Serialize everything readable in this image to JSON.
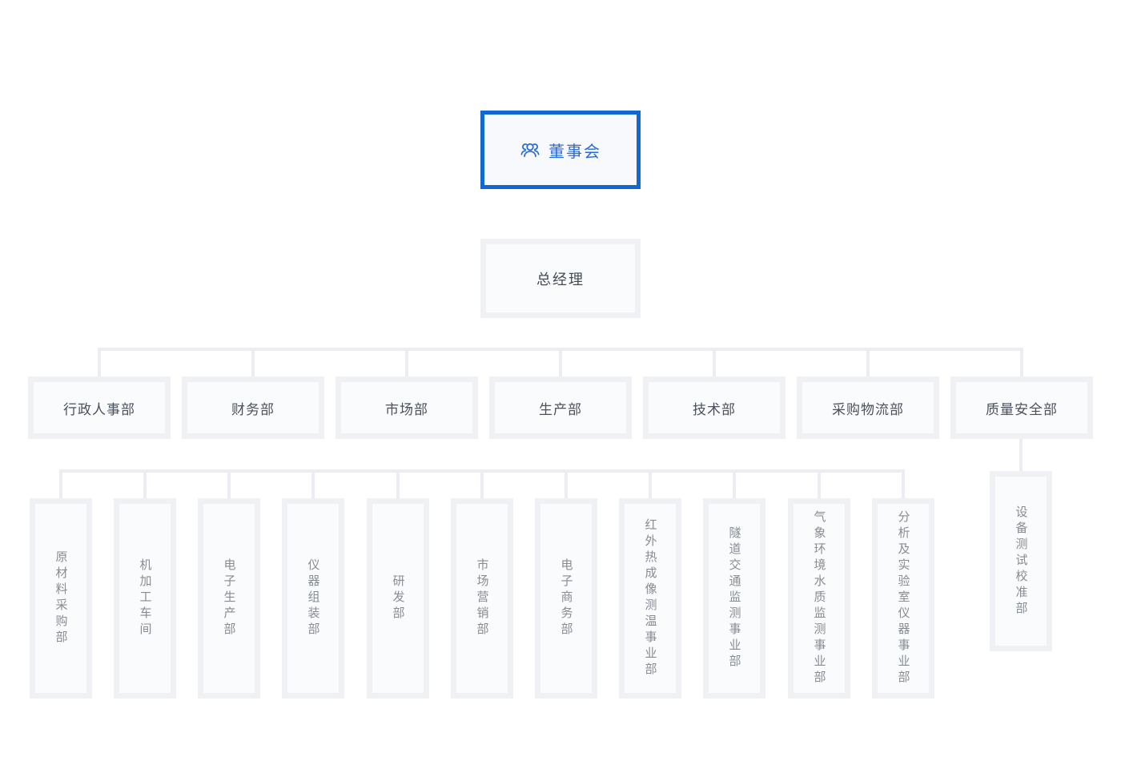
{
  "chart": {
    "type": "org-chart",
    "board": {
      "label": "董事会",
      "icon": "team-icon"
    },
    "general_manager": {
      "label": "总经理"
    },
    "departments": [
      {
        "label": "行政人事部"
      },
      {
        "label": "财务部"
      },
      {
        "label": "市场部"
      },
      {
        "label": "生产部"
      },
      {
        "label": "技术部"
      },
      {
        "label": "采购物流部"
      },
      {
        "label": "质量安全部"
      }
    ],
    "sub_departments": [
      {
        "label": "原材料采购部"
      },
      {
        "label": "机加工车间"
      },
      {
        "label": "电子生产部"
      },
      {
        "label": "仪器组装部"
      },
      {
        "label": "研发部"
      },
      {
        "label": "市场营销部"
      },
      {
        "label": "电子商务部"
      },
      {
        "label": "红外热成像测温事业部"
      },
      {
        "label": "隧道交通监测事业部"
      },
      {
        "label": "气象环境水质监测事业部"
      },
      {
        "label": "分析及实验室仪器事业部"
      },
      {
        "label": "设备测试校准部"
      }
    ],
    "colors": {
      "board_border": "#1268d2",
      "board_text": "#2b6bd4",
      "connector": "#ebedf2",
      "node_rim": "#eff1f5",
      "node_fill": "#fafbfd",
      "node_text": "#4a515c",
      "sub_node_text": "#878c93"
    }
  }
}
